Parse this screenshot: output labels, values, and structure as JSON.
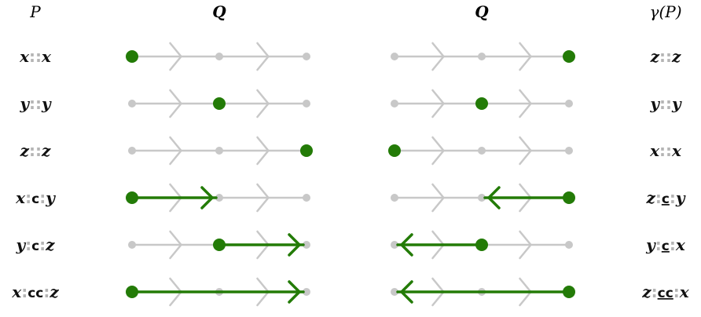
{
  "headers": {
    "left": "P",
    "center_left": "Q",
    "center_right": "Q",
    "right": "γ(P)"
  },
  "colors": {
    "active": "#237b07",
    "inactive": "#c8c8c8",
    "label": "#111111",
    "colon": "#b4b4b4"
  },
  "rows": [
    {
      "left_label": {
        "a": "x",
        "mid": "",
        "b": "x",
        "underline": false
      },
      "left_path": {
        "from": 0,
        "to": 0
      },
      "right_path": {
        "from": 2,
        "to": 2
      },
      "right_label": {
        "a": "z",
        "mid": "",
        "b": "z",
        "underline": false
      }
    },
    {
      "left_label": {
        "a": "y",
        "mid": "",
        "b": "y",
        "underline": false
      },
      "left_path": {
        "from": 1,
        "to": 1
      },
      "right_path": {
        "from": 1,
        "to": 1
      },
      "right_label": {
        "a": "y",
        "mid": "",
        "b": "y",
        "underline": false
      }
    },
    {
      "left_label": {
        "a": "z",
        "mid": "",
        "b": "z",
        "underline": false
      },
      "left_path": {
        "from": 2,
        "to": 2
      },
      "right_path": {
        "from": 0,
        "to": 0
      },
      "right_label": {
        "a": "x",
        "mid": "",
        "b": "x",
        "underline": false
      }
    },
    {
      "left_label": {
        "a": "x",
        "mid": "c",
        "b": "y",
        "underline": false
      },
      "left_path": {
        "from": 0,
        "to": 1
      },
      "right_path": {
        "from": 2,
        "to": 1
      },
      "right_label": {
        "a": "z",
        "mid": "c",
        "b": "y",
        "underline": true
      }
    },
    {
      "left_label": {
        "a": "y",
        "mid": "c",
        "b": "z",
        "underline": false
      },
      "left_path": {
        "from": 1,
        "to": 2
      },
      "right_path": {
        "from": 1,
        "to": 0
      },
      "right_label": {
        "a": "y",
        "mid": "c",
        "b": "x",
        "underline": true
      }
    },
    {
      "left_label": {
        "a": "x",
        "mid": "cc",
        "b": "z",
        "underline": false
      },
      "left_path": {
        "from": 0,
        "to": 2
      },
      "right_path": {
        "from": 2,
        "to": 0
      },
      "right_label": {
        "a": "z",
        "mid": "cc",
        "b": "x",
        "underline": true
      }
    }
  ]
}
